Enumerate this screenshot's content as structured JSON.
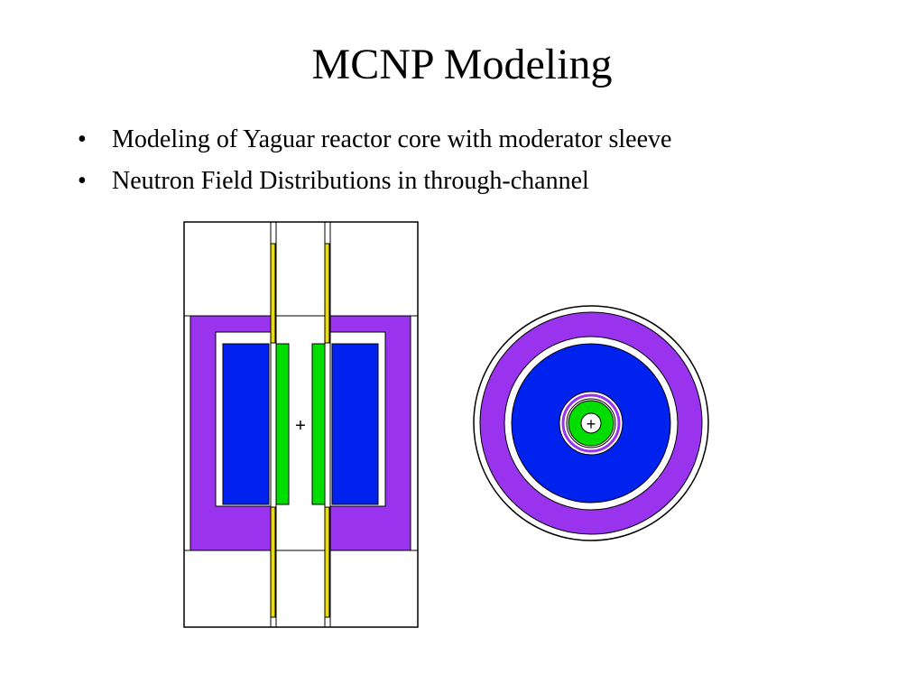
{
  "slide": {
    "title": "MCNP Modeling",
    "bullets": [
      "Modeling of Yaguar reactor core with moderator sleeve",
      "Neutron Field Distributions in through-channel"
    ],
    "bullet_glyph": "•"
  },
  "diagram": {
    "center_marker": "+",
    "colors": {
      "fuel": "#0022ee",
      "moderator_sleeve": "#9933ee",
      "channel_insert": "#00dd00",
      "channel_liner": "#eedd00",
      "structure": "#ffffff",
      "outline": "#000000"
    }
  }
}
